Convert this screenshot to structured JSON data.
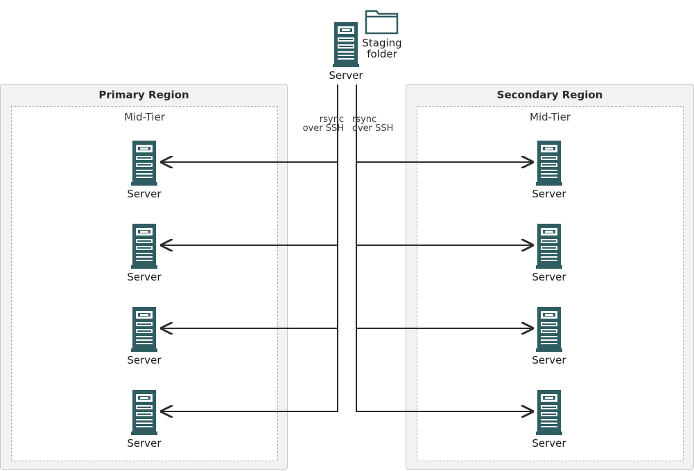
{
  "top": {
    "server_label": "Server",
    "staging_label": "Staging folder"
  },
  "edges": {
    "left_label_line1": "rsync",
    "left_label_line2": "over SSH",
    "right_label_line1": "rsync",
    "right_label_line2": "over SSH"
  },
  "primary": {
    "title": "Primary Region",
    "midtier_label": "Mid-Tier",
    "servers": [
      "Server",
      "Server",
      "Server",
      "Server"
    ]
  },
  "secondary": {
    "title": "Secondary Region",
    "midtier_label": "Mid-Tier",
    "servers": [
      "Server",
      "Server",
      "Server",
      "Server"
    ]
  },
  "colors": {
    "server_icon": "#2f5d62",
    "wire": "#2b2b2b",
    "region_bg": "#f3f2f0"
  }
}
